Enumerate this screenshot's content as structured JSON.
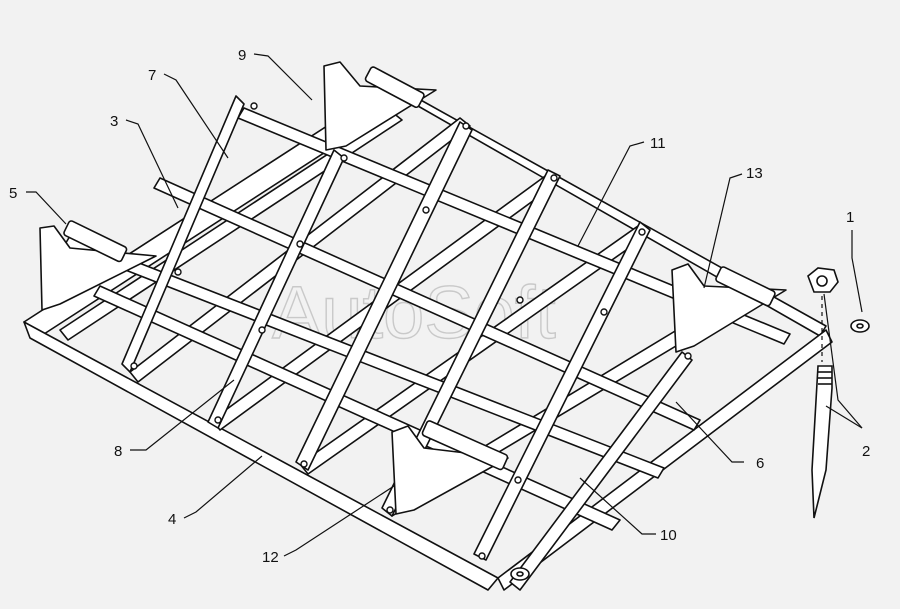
{
  "watermark": "AutoSoft",
  "callouts": [
    {
      "id": "c1",
      "text": "1"
    },
    {
      "id": "c2",
      "text": "2"
    },
    {
      "id": "c3",
      "text": "3"
    },
    {
      "id": "c4",
      "text": "4"
    },
    {
      "id": "c5",
      "text": "5"
    },
    {
      "id": "c6",
      "text": "6"
    },
    {
      "id": "c7",
      "text": "7"
    },
    {
      "id": "c8",
      "text": "8"
    },
    {
      "id": "c9",
      "text": "9"
    },
    {
      "id": "c10",
      "text": "10"
    },
    {
      "id": "c11",
      "text": "11"
    },
    {
      "id": "c12",
      "text": "12"
    },
    {
      "id": "c13",
      "text": "13"
    }
  ]
}
